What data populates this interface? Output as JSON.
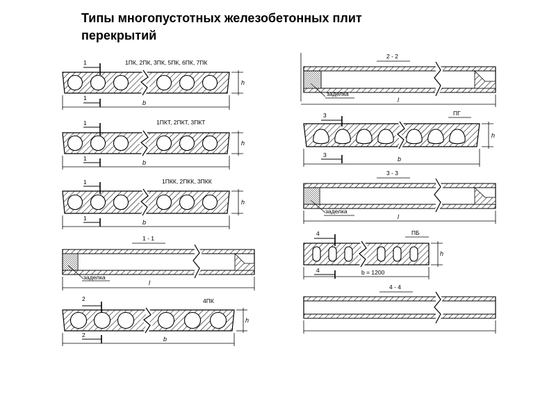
{
  "title": {
    "line1": "Типы многопустотных железобетонных плит",
    "line2": "перекрытий"
  },
  "panels": [
    {
      "id": "pk",
      "label": "1ПК, 2ПК, 3ПК, 5ПК, 6ПК, 7ПК",
      "section": "1",
      "width": "b",
      "height": "h"
    },
    {
      "id": "pkt",
      "label": "1ПКТ, 2ПКТ, 3ПКТ",
      "section": "1",
      "width": "b",
      "height": "h"
    },
    {
      "id": "pkk",
      "label": "1ПКК, 2ПКК, 3ПКК",
      "section": "1",
      "width": "b",
      "height": "h"
    },
    {
      "id": "sec11",
      "label": "1 - 1",
      "note": "заделка",
      "length": "l"
    },
    {
      "id": "pk4",
      "label": "4ПК",
      "section": "2",
      "width": "b",
      "height": "h"
    },
    {
      "id": "sec22",
      "label": "2 - 2",
      "note": "заделка",
      "length": "l"
    },
    {
      "id": "pg",
      "label": "ПГ",
      "section": "3",
      "width": "b",
      "height": "h"
    },
    {
      "id": "sec33",
      "label": "3 - 3",
      "note": "заделка",
      "length": "l"
    },
    {
      "id": "pb",
      "label": "ПБ",
      "section": "4",
      "width": "b = 1200",
      "height": "h"
    },
    {
      "id": "sec44",
      "label": "4 - 4"
    }
  ]
}
